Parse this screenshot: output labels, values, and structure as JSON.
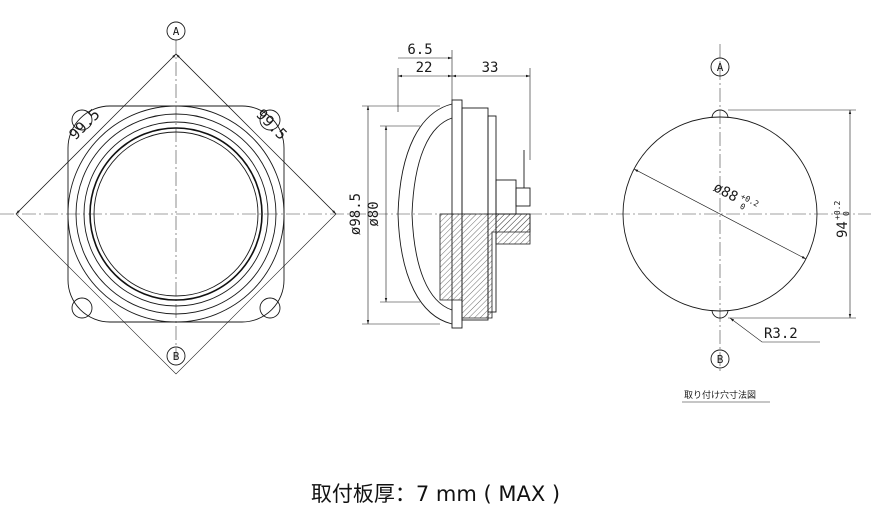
{
  "markers": {
    "a": "A",
    "b": "B"
  },
  "front_view": {
    "dim_left": "99.5",
    "dim_right": "99.5"
  },
  "side_view": {
    "dim_top": "6.5",
    "dim_depth": "22",
    "dim_length": "33",
    "dia_outer": "ø98.5",
    "dia_inner": "ø80"
  },
  "cutout_view": {
    "dia_base": "ø88",
    "dia_tol_upper": "+0.2",
    "dia_tol_lower": "0",
    "height_base": "94",
    "height_tol_upper": "+0.2",
    "height_tol_lower": "0",
    "radius": "R3.2",
    "caption": "取り付け穴寸法図"
  },
  "footer_note": "取付板厚：7 mm ( MAX )"
}
